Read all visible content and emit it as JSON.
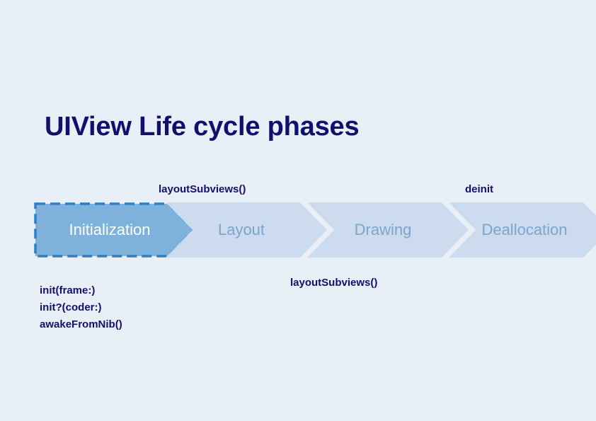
{
  "slide": {
    "title": "UIView Life cycle phases",
    "background_color": "#e9eff7",
    "title_color": "#10106e"
  },
  "process": {
    "type": "chevron-process-flow",
    "active_step_index": 0,
    "active_fill_color": "#7fb2db",
    "active_border_color": "#2e7fc4",
    "active_text_color": "#ffffff",
    "pale_fill_color": "#ccdcee",
    "pale_text_color": "#7ba5cf",
    "steps": [
      {
        "label": "Initialization",
        "state": "active"
      },
      {
        "label": "Layout",
        "state": "pale"
      },
      {
        "label": "Drawing",
        "state": "pale"
      },
      {
        "label": "Deallocation",
        "state": "pale"
      }
    ]
  },
  "callouts": {
    "top": [
      {
        "text": "layoutSubviews()",
        "target_step": "Layout"
      },
      {
        "text": "deinit",
        "target_step": "Deallocation"
      }
    ],
    "bottom_left": {
      "lines": [
        "init(frame:)",
        "init?(coder:)",
        "awakeFromNib()"
      ],
      "line_1": "init(frame:)",
      "line_2": "init?(coder:)",
      "line_3": "awakeFromNib()"
    },
    "bottom_center": {
      "text": "layoutSubviews()"
    }
  }
}
